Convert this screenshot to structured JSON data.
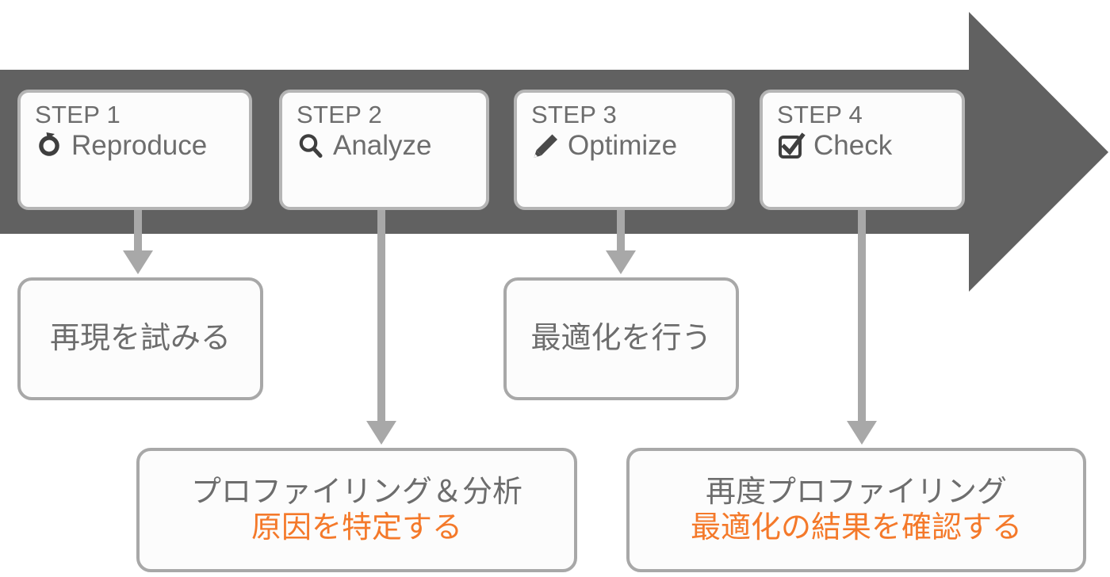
{
  "diagram": {
    "title": "Performance tuning 4-step process",
    "colors": {
      "arrow_body": "#616161",
      "card_border": "#b5b5b5",
      "card_fill": "#fcfcfc",
      "text_gray": "#6d6d6d",
      "accent_orange": "#f4792a",
      "connector_gray": "#a8a8a8"
    },
    "steps": [
      {
        "label": "STEP 1",
        "title": "Reproduce",
        "icon": "refresh-icon"
      },
      {
        "label": "STEP 2",
        "title": "Analyze",
        "icon": "magnifier-icon"
      },
      {
        "label": "STEP 3",
        "title": "Optimize",
        "icon": "pencil-icon"
      },
      {
        "label": "STEP 4",
        "title": "Check",
        "icon": "checkbox-check-icon"
      }
    ],
    "notes": [
      {
        "lines": [
          {
            "text": "再現を試みる",
            "accent": false
          }
        ]
      },
      {
        "lines": [
          {
            "text": "最適化を行う",
            "accent": false
          }
        ]
      },
      {
        "lines": [
          {
            "text": "プロファイリング＆分析",
            "accent": false
          },
          {
            "text": "原因を特定する",
            "accent": true
          }
        ]
      },
      {
        "lines": [
          {
            "text": "再度プロファイリング",
            "accent": false
          },
          {
            "text": "最適化の結果を確認する",
            "accent": true
          }
        ]
      }
    ]
  }
}
